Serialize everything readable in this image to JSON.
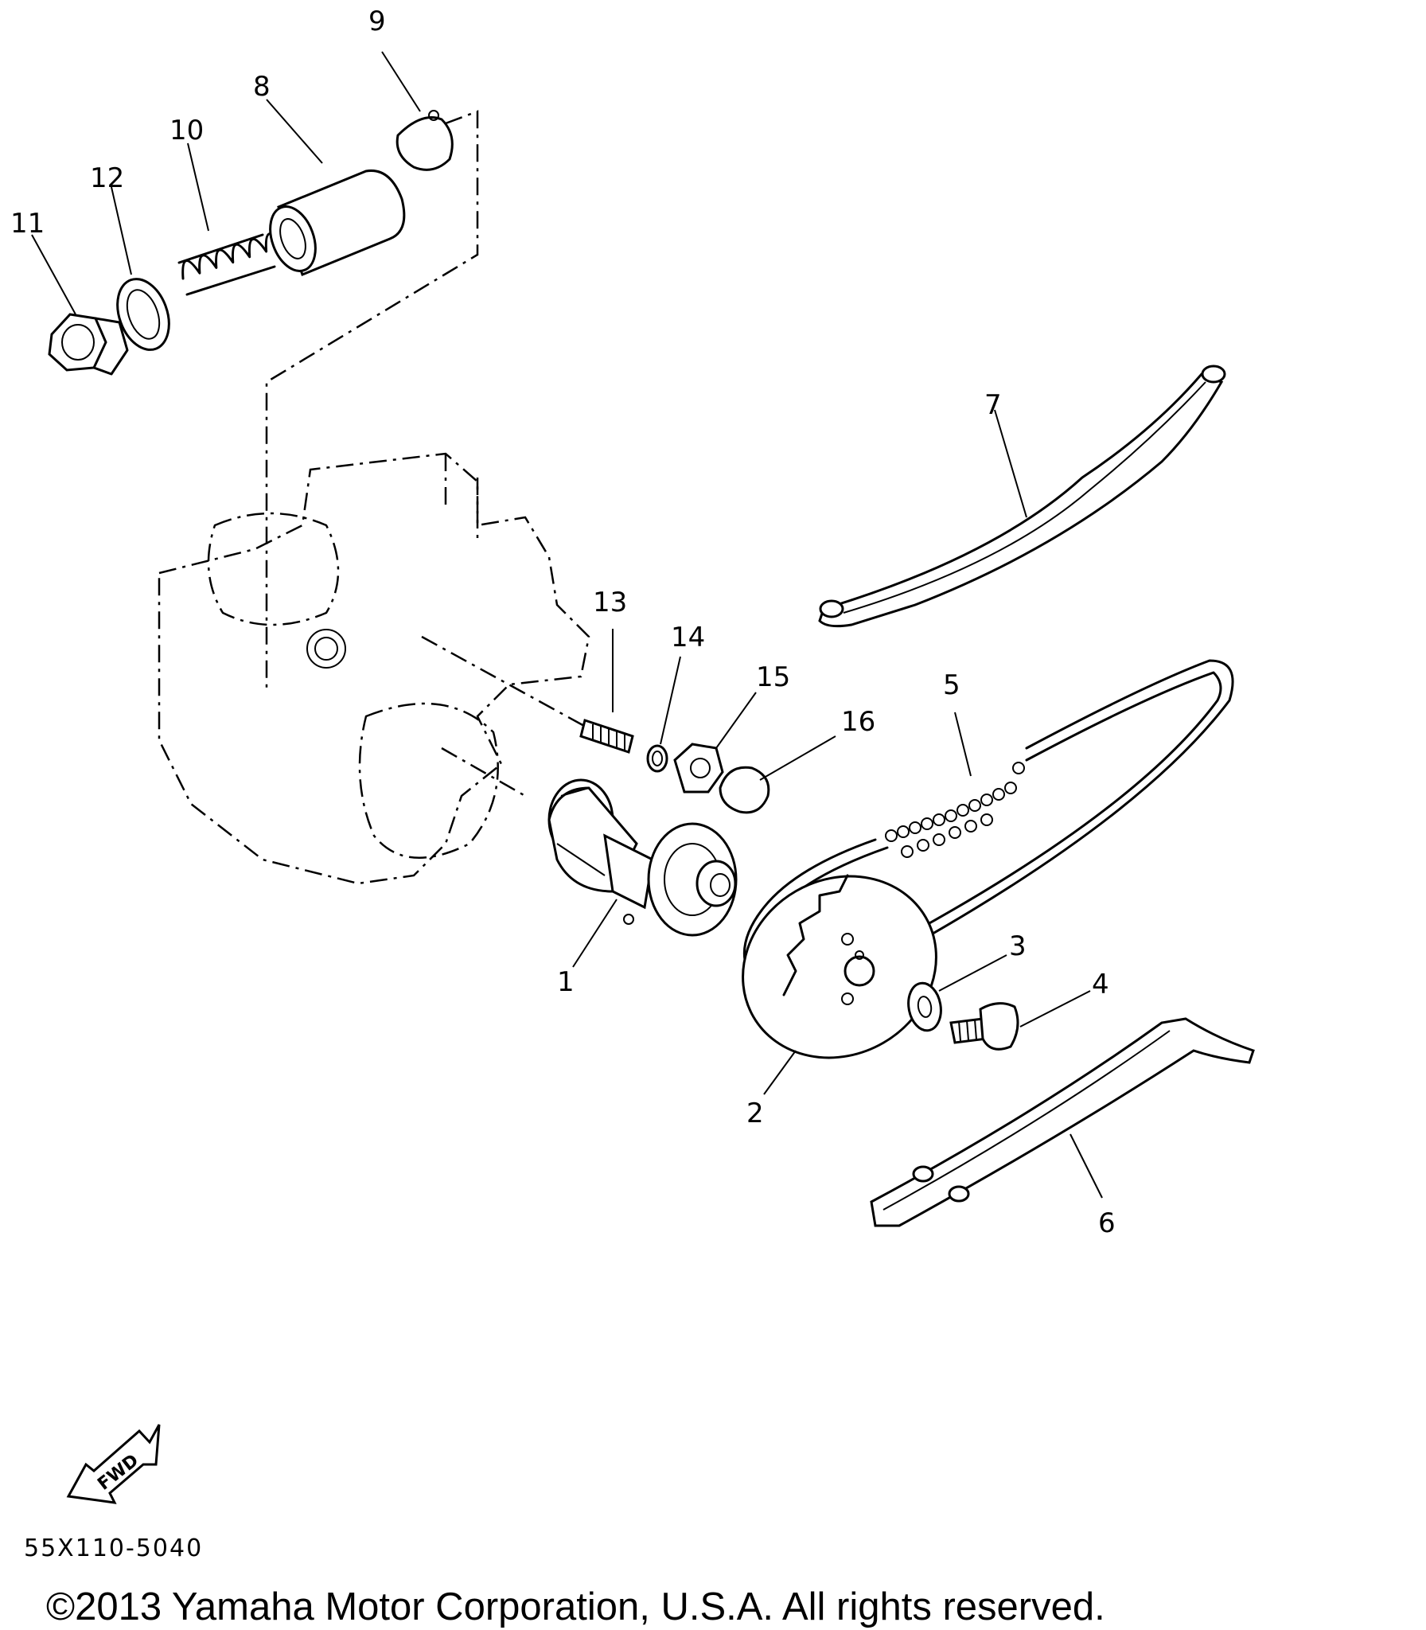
{
  "diagram": {
    "callouts": [
      "1",
      "2",
      "3",
      "4",
      "5",
      "6",
      "7",
      "8",
      "9",
      "10",
      "11",
      "12",
      "13",
      "14",
      "15",
      "16"
    ],
    "fwd_label": "FWD",
    "drawing_code": "55X110-5040",
    "copyright": "©2013 Yamaha Motor Corporation, U.S.A. All rights reserved."
  }
}
